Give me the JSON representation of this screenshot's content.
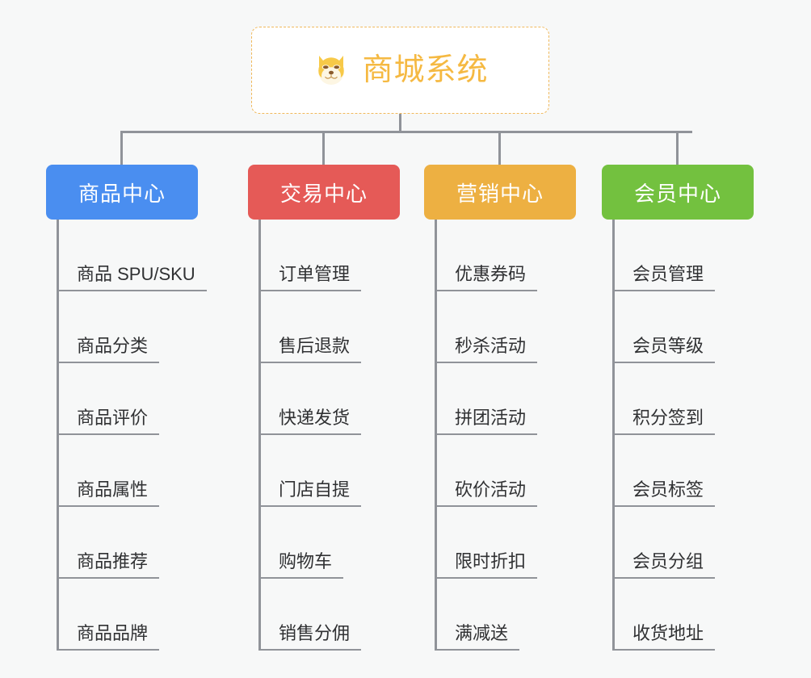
{
  "root": {
    "title": "商城系统",
    "icon": "dog-face-icon",
    "border_color": "#f0b95c",
    "text_color": "#f5b942",
    "background": "#ffffff"
  },
  "canvas": {
    "background": "#f7f8f8",
    "connector_color": "#909399"
  },
  "columns": [
    {
      "label": "商品中心",
      "color": "#4a8ef0",
      "items": [
        "商品 SPU/SKU",
        "商品分类",
        "商品评价",
        "商品属性",
        "商品推荐",
        "商品品牌"
      ]
    },
    {
      "label": "交易中心",
      "color": "#e55a57",
      "items": [
        "订单管理",
        "售后退款",
        "快递发货",
        "门店自提",
        "购物车",
        "销售分佣"
      ]
    },
    {
      "label": "营销中心",
      "color": "#edb042",
      "items": [
        "优惠券码",
        "秒杀活动",
        "拼团活动",
        "砍价活动",
        "限时折扣",
        "满减送"
      ]
    },
    {
      "label": "会员中心",
      "color": "#73c13f",
      "items": [
        "会员管理",
        "会员等级",
        "积分签到",
        "会员标签",
        "会员分组",
        "收货地址"
      ]
    }
  ]
}
